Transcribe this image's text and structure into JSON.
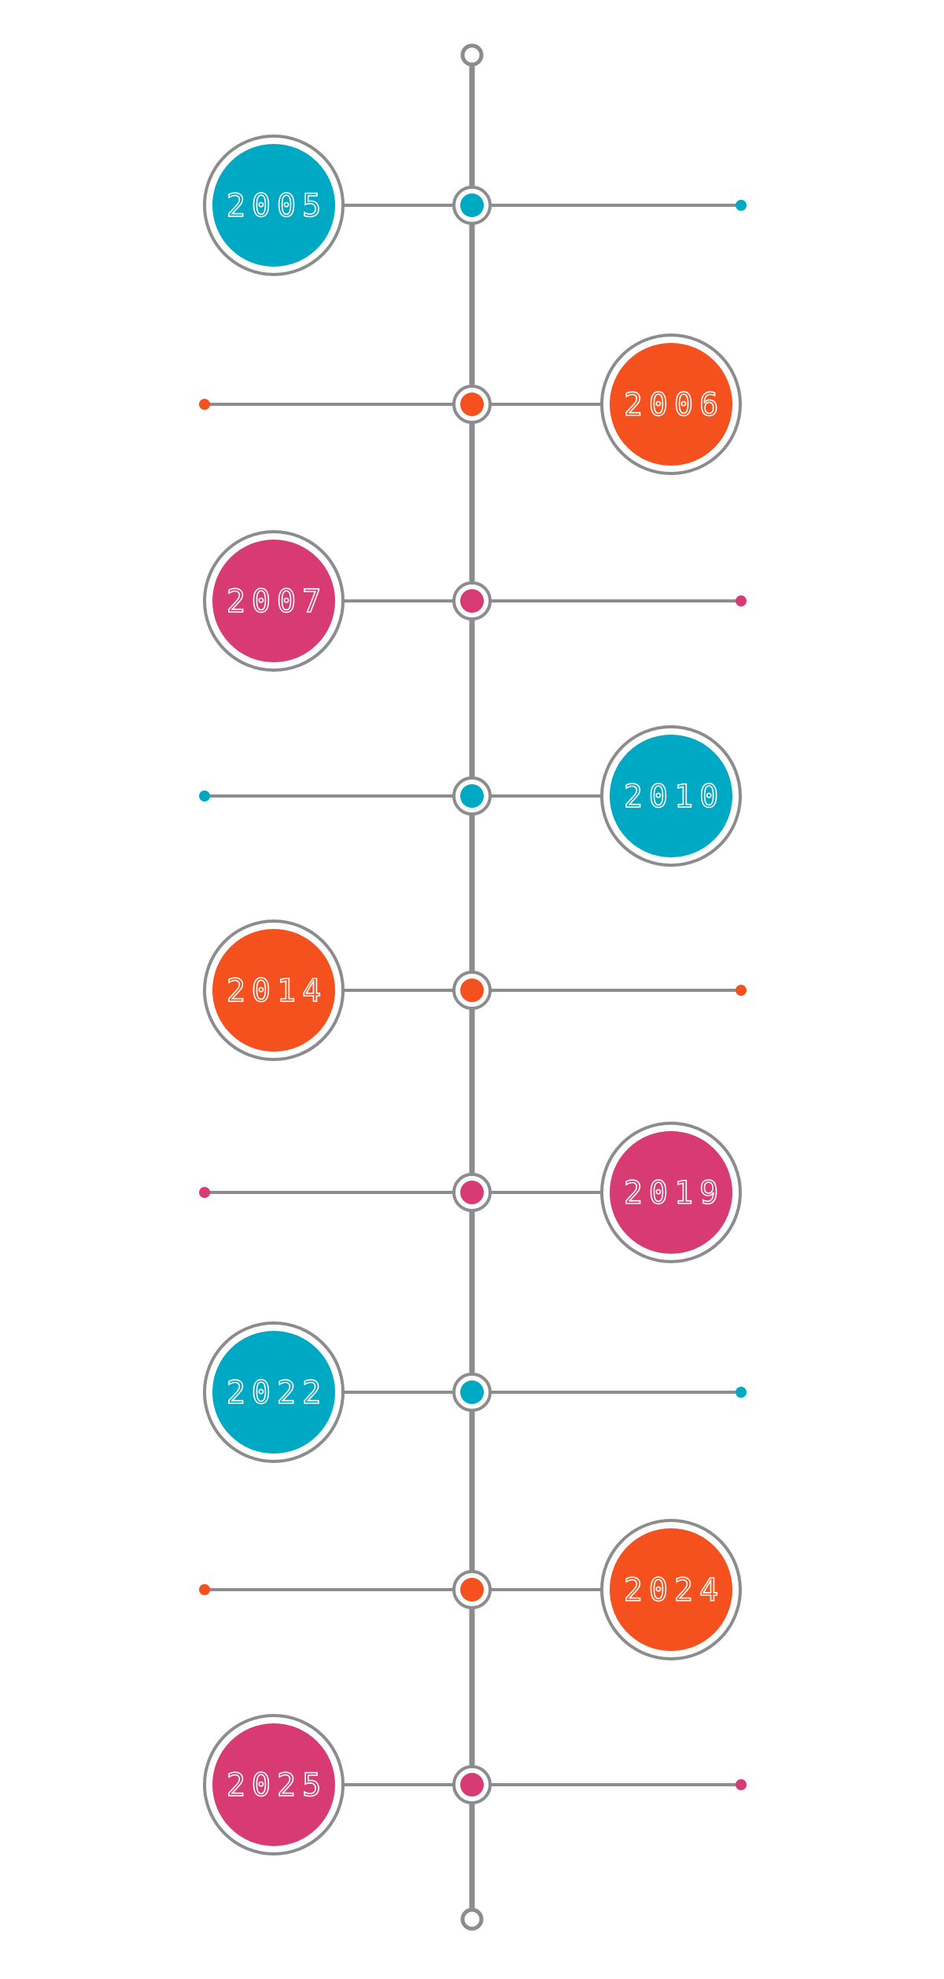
{
  "timeline": {
    "colors": {
      "line": "#8c8c8e",
      "teal": "#00a9c3",
      "orange": "#f4511e",
      "pink": "#d83a72",
      "label": "#ffffff",
      "background": "#ffffff"
    },
    "milestones": [
      {
        "year": "2005",
        "side": "left",
        "color": "teal"
      },
      {
        "year": "2006",
        "side": "right",
        "color": "orange"
      },
      {
        "year": "2007",
        "side": "left",
        "color": "pink"
      },
      {
        "year": "2010",
        "side": "right",
        "color": "teal"
      },
      {
        "year": "2014",
        "side": "left",
        "color": "orange"
      },
      {
        "year": "2019",
        "side": "right",
        "color": "pink"
      },
      {
        "year": "2022",
        "side": "left",
        "color": "teal"
      },
      {
        "year": "2024",
        "side": "right",
        "color": "orange"
      },
      {
        "year": "2025",
        "side": "left",
        "color": "pink"
      }
    ]
  }
}
